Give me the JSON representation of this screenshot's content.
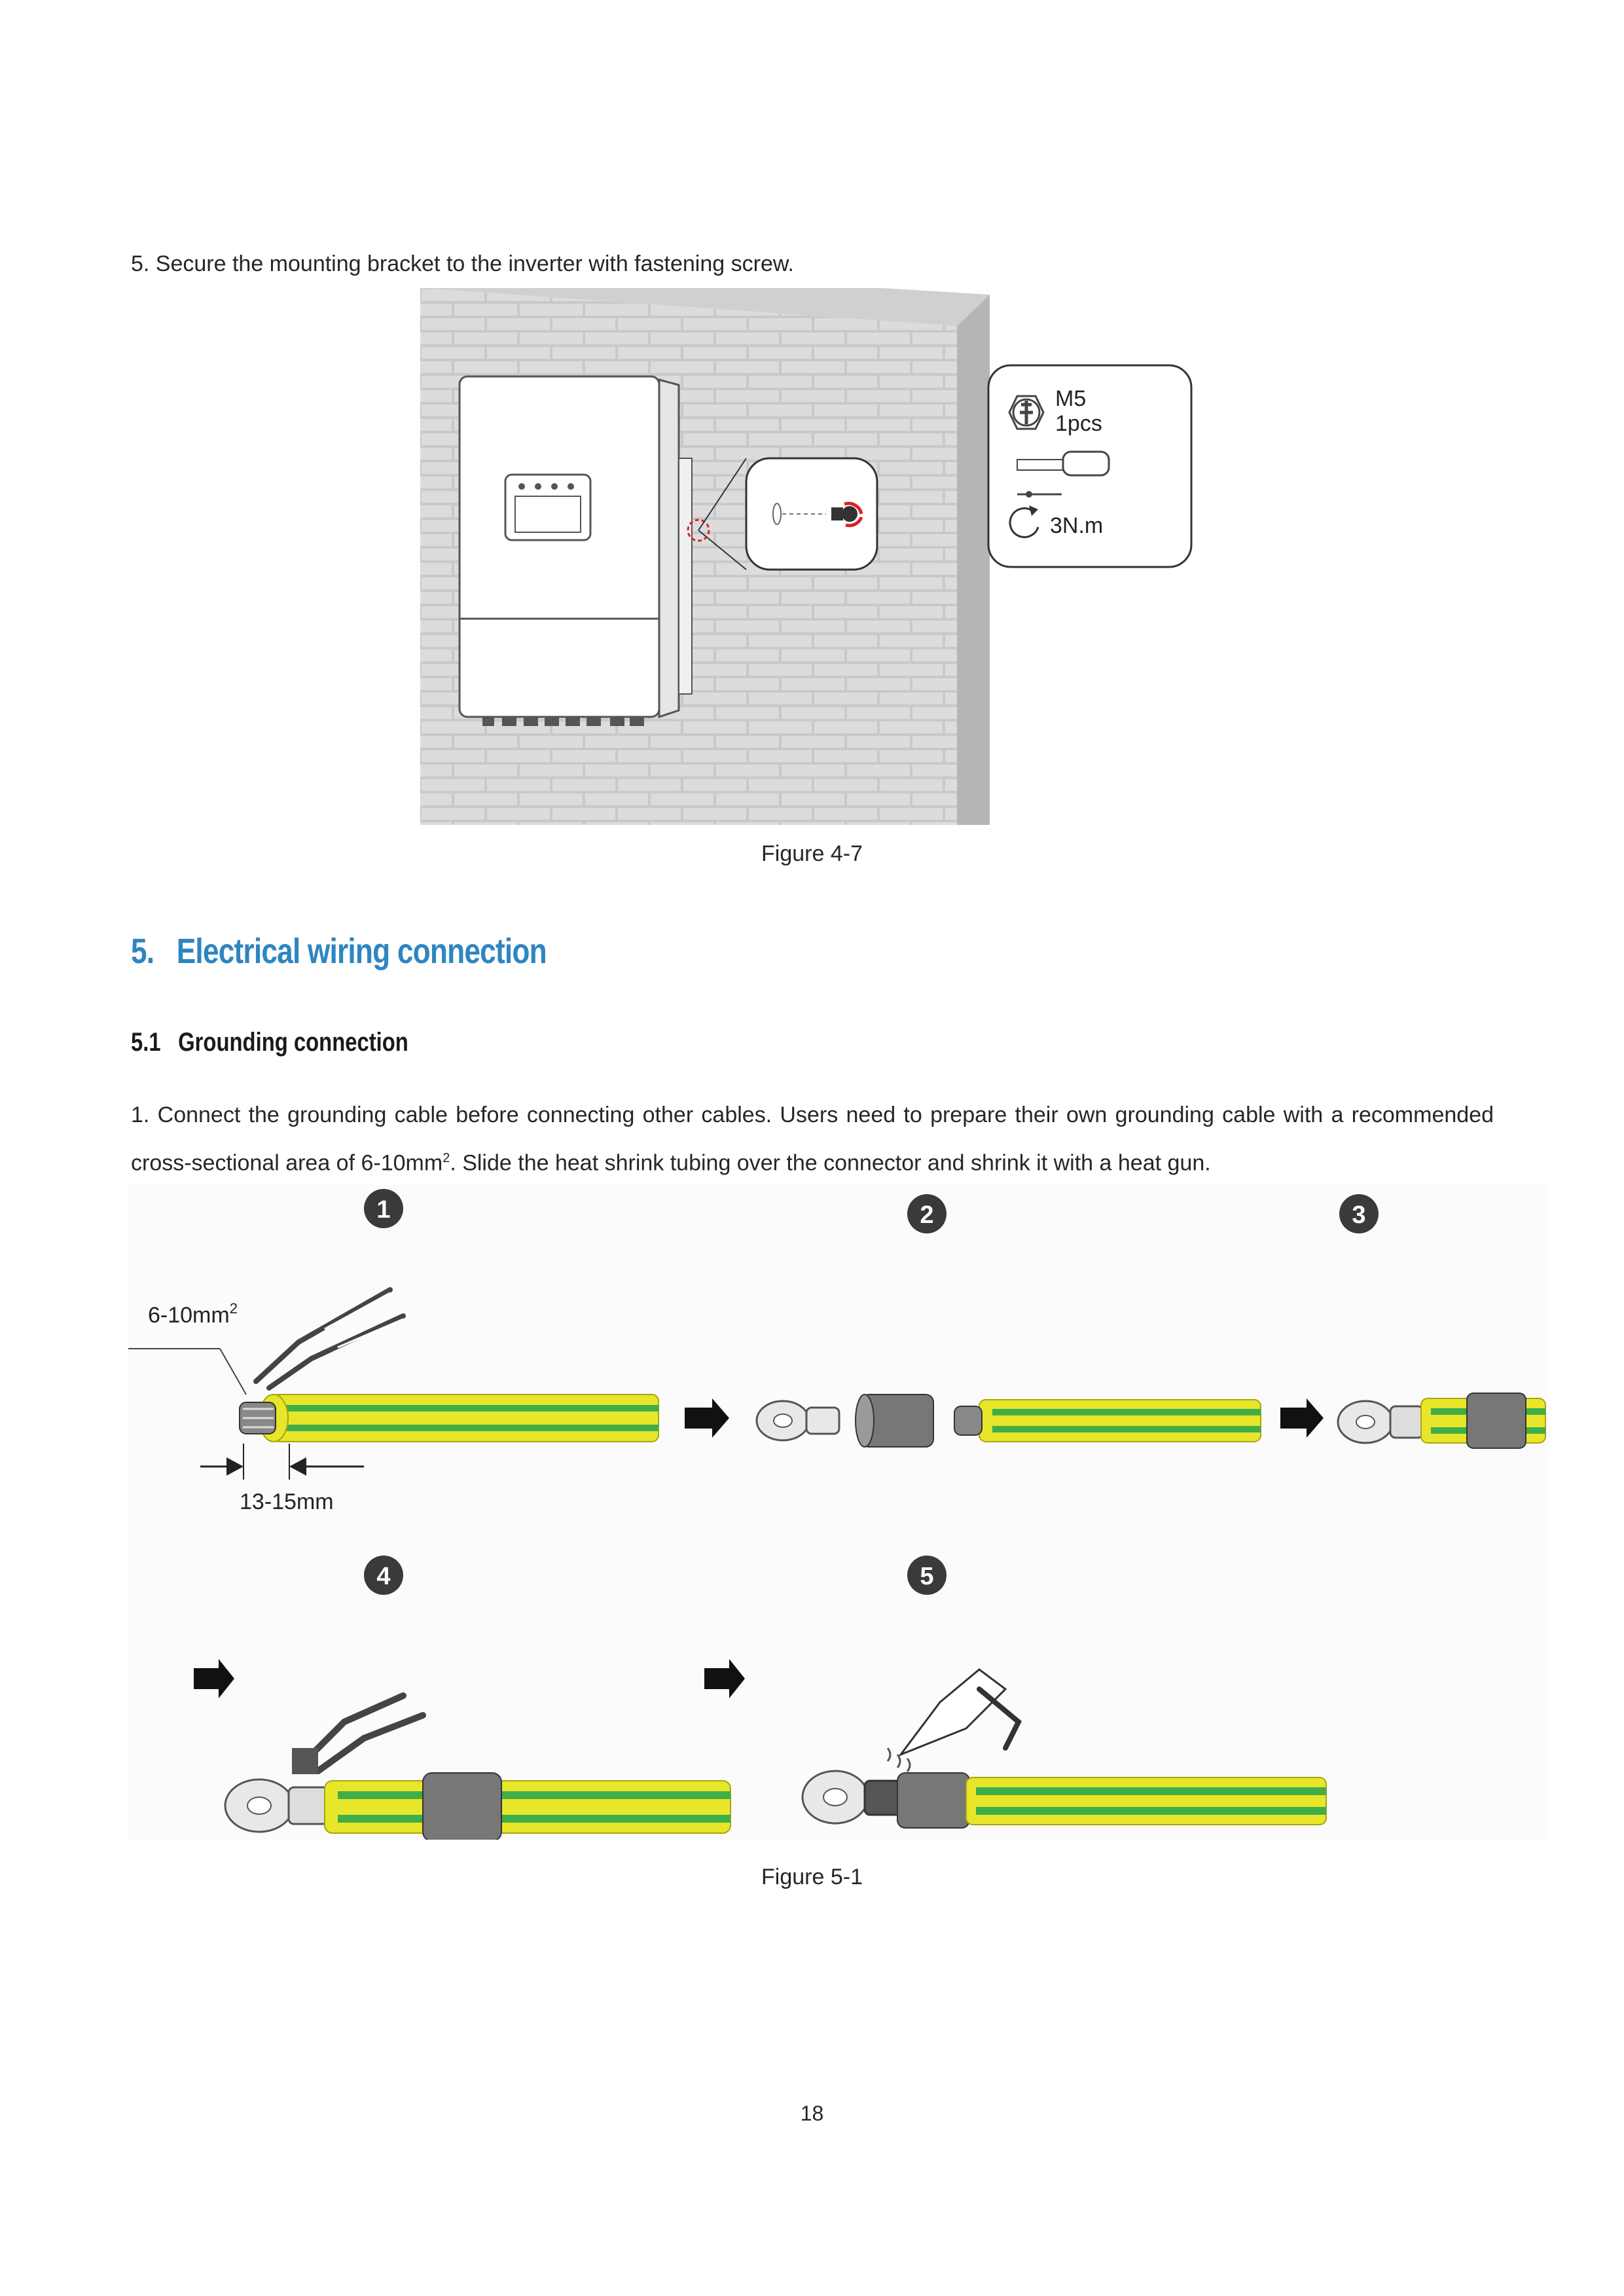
{
  "step5": {
    "text": "5. Secure the mounting bracket to the inverter with fastening screw."
  },
  "figure_4_7": {
    "caption": "Figure 4-7",
    "spec_screw": "M5",
    "spec_qty": "1pcs",
    "spec_torque": "3N.m"
  },
  "section": {
    "number": "5.",
    "title": "Electrical wiring connection"
  },
  "subsection": {
    "number": "5.1",
    "title": "Grounding connection"
  },
  "paragraph": {
    "part1": "1. Connect the grounding cable before connecting other cables. Users need to prepare their own grounding cable with a recommended cross-sectional area of 6-10mm",
    "sup": "2",
    "part2": ". Slide the heat shrink tubing over the connector and shrink it with a heat gun."
  },
  "figure_5_1": {
    "caption": "Figure 5-1",
    "steps": [
      "1",
      "2",
      "3",
      "4",
      "5"
    ],
    "label_area": "6-10mm",
    "label_area_sup": "2",
    "label_strip": "13-15mm"
  },
  "page_number": "18",
  "colors": {
    "heading_blue": "#2e86c1",
    "cable_yellow": "#e8e62a",
    "cable_green": "#3fae49"
  }
}
